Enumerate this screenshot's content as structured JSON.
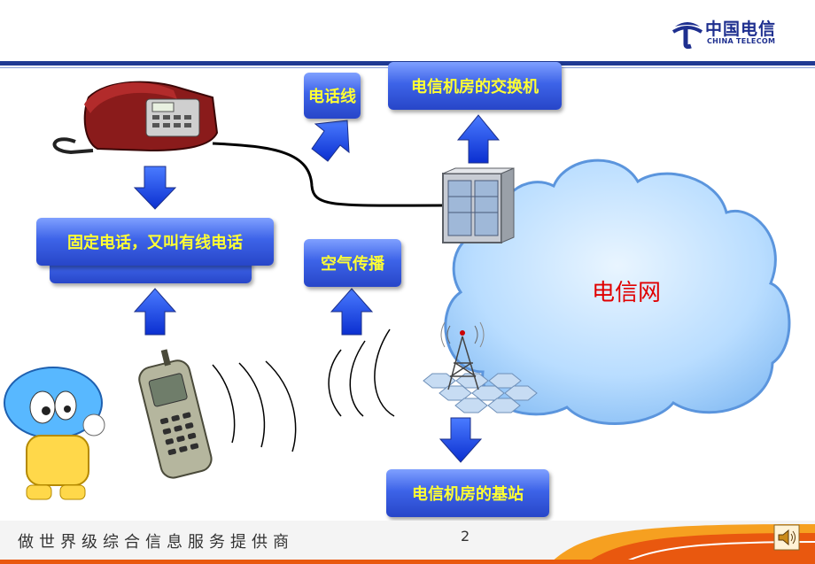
{
  "brand": {
    "name_cn": "中国电信",
    "name_en": "CHINA TELECOM",
    "color": "#1e2f8f"
  },
  "boxes": {
    "phone_line": "电话线",
    "switch": "电信机房的交换机",
    "fixed_phone": "固定电话，又叫有线电话",
    "air": "空气传播",
    "base_station": "电信机房的基站"
  },
  "cloud": {
    "label": "电信网"
  },
  "footer": {
    "slogan": "做世界级综合信息服务提供商",
    "page_number": "2"
  },
  "icons": [
    "china-telecom-logo-icon",
    "desk-phone-icon",
    "mobile-phone-icon",
    "server-icon",
    "antenna-tower-icon",
    "mascot-icon",
    "speaker-icon",
    "arrow-icon"
  ]
}
